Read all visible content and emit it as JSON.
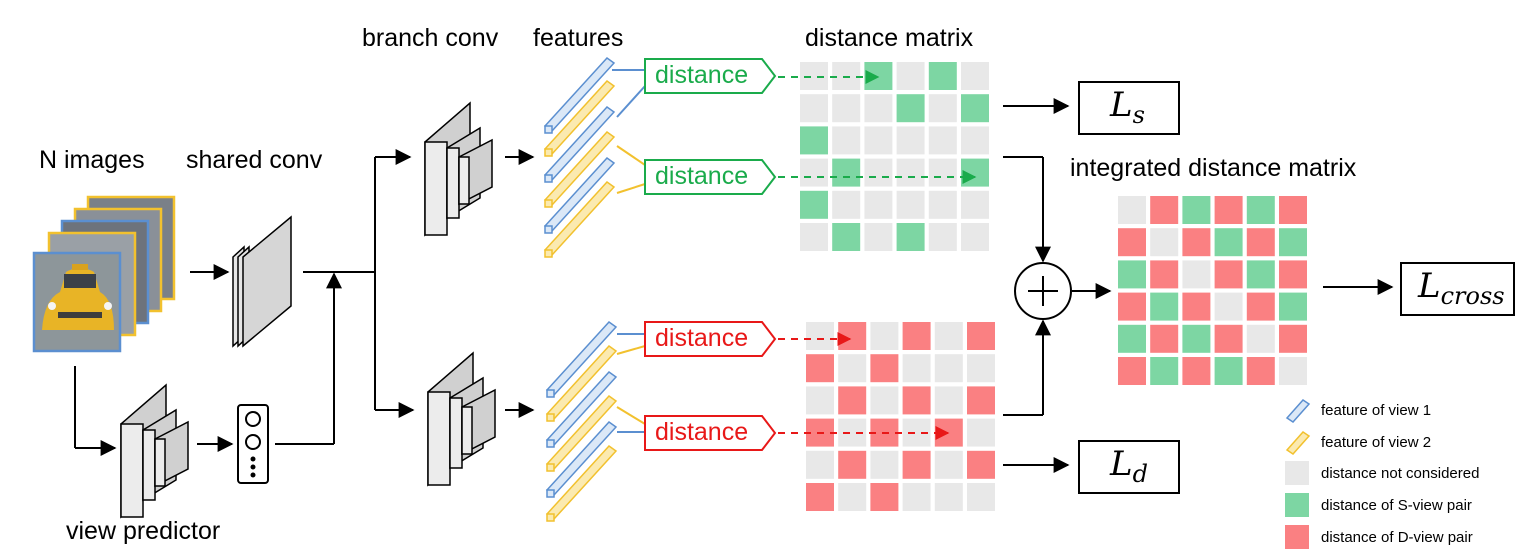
{
  "labels": {
    "n_images": "N images",
    "shared_conv": "shared conv",
    "branch_conv": "branch conv",
    "features": "features",
    "distance_matrix": "distance matrix",
    "integrated_distance_matrix": "integrated distance matrix",
    "view_predictor": "view predictor"
  },
  "distance_labels": [
    "distance",
    "distance",
    "distance",
    "distance"
  ],
  "losses": {
    "ls": {
      "symbol": "L",
      "subscript": "s"
    },
    "ld": {
      "symbol": "L",
      "subscript": "d"
    },
    "lcross": {
      "symbol": "L",
      "subscript": "cross"
    }
  },
  "legend": [
    {
      "text": "feature of view 1",
      "kind": "feature-view-1"
    },
    {
      "text": "feature of view 2",
      "kind": "feature-view-2"
    },
    {
      "text": "distance not considered",
      "kind": "none"
    },
    {
      "text": "distance of S-view pair",
      "kind": "s"
    },
    {
      "text": "distance of D-view pair",
      "kind": "d"
    }
  ],
  "colors": {
    "s_pair": "#7dd6a3",
    "d_pair": "#fa8082",
    "not_considered": "#e8e8e8",
    "view1": "#5b8fd0",
    "view2": "#f2c12e",
    "distance_green": "#1aab4b",
    "distance_red": "#e81818"
  },
  "matrices": {
    "s_matrix": [
      "__S_S_",
      "___S_S",
      "S_____",
      "_S___S",
      "S_____",
      "_S_S__"
    ],
    "d_matrix": [
      "_D_D_D",
      "D_D___",
      "_D_D_D",
      "D_D_D_",
      "_D_D_D",
      "D_D___"
    ],
    "integrated": [
      "_DSDSD",
      "D_DSDS",
      "SD_DSD",
      "DSD_DS",
      "SDSD_D",
      "DSDSD_"
    ]
  }
}
